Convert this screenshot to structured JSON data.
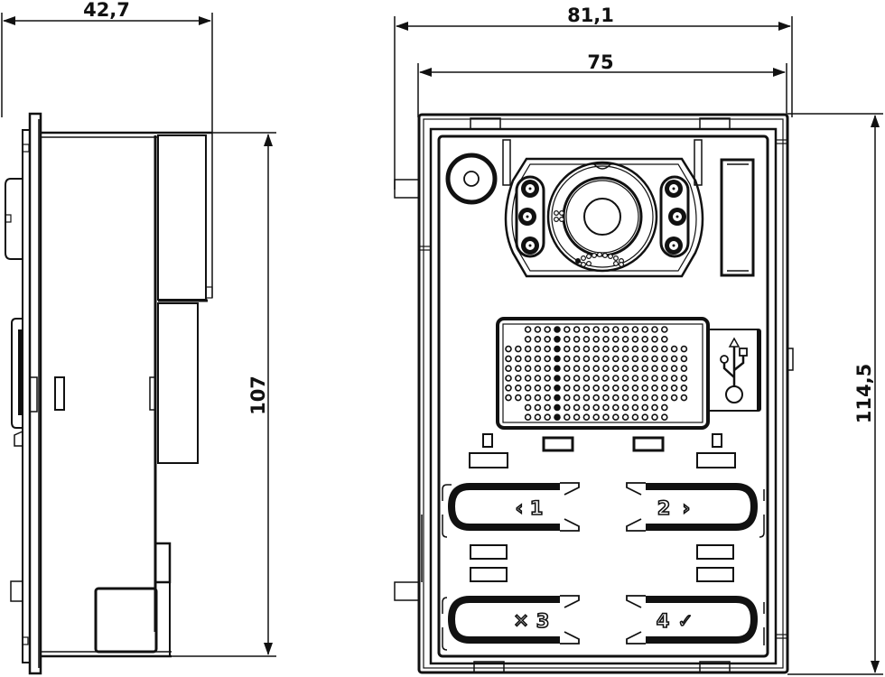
{
  "drawing": {
    "title": "Door entry panel – side and front view",
    "units": "mm",
    "colors": {
      "line": "#111111",
      "background": "#ffffff"
    }
  },
  "side_view": {
    "dimensions": {
      "depth": "42,7",
      "height": "107"
    }
  },
  "front_view": {
    "dimensions": {
      "outer_width": "81,1",
      "inner_width": "75",
      "outer_height": "114,5"
    },
    "components": {
      "camera": "camera-module",
      "microphone": "microphone",
      "name_tag": "name-label-slot",
      "speaker": "speaker-grille",
      "usb": "usb-port"
    },
    "buttons": [
      {
        "id": 1,
        "label": "1",
        "symbol": "‹"
      },
      {
        "id": 2,
        "label": "2",
        "symbol": "›"
      },
      {
        "id": 3,
        "label": "3",
        "symbol": "✕"
      },
      {
        "id": 4,
        "label": "4",
        "symbol": "✓"
      }
    ]
  }
}
